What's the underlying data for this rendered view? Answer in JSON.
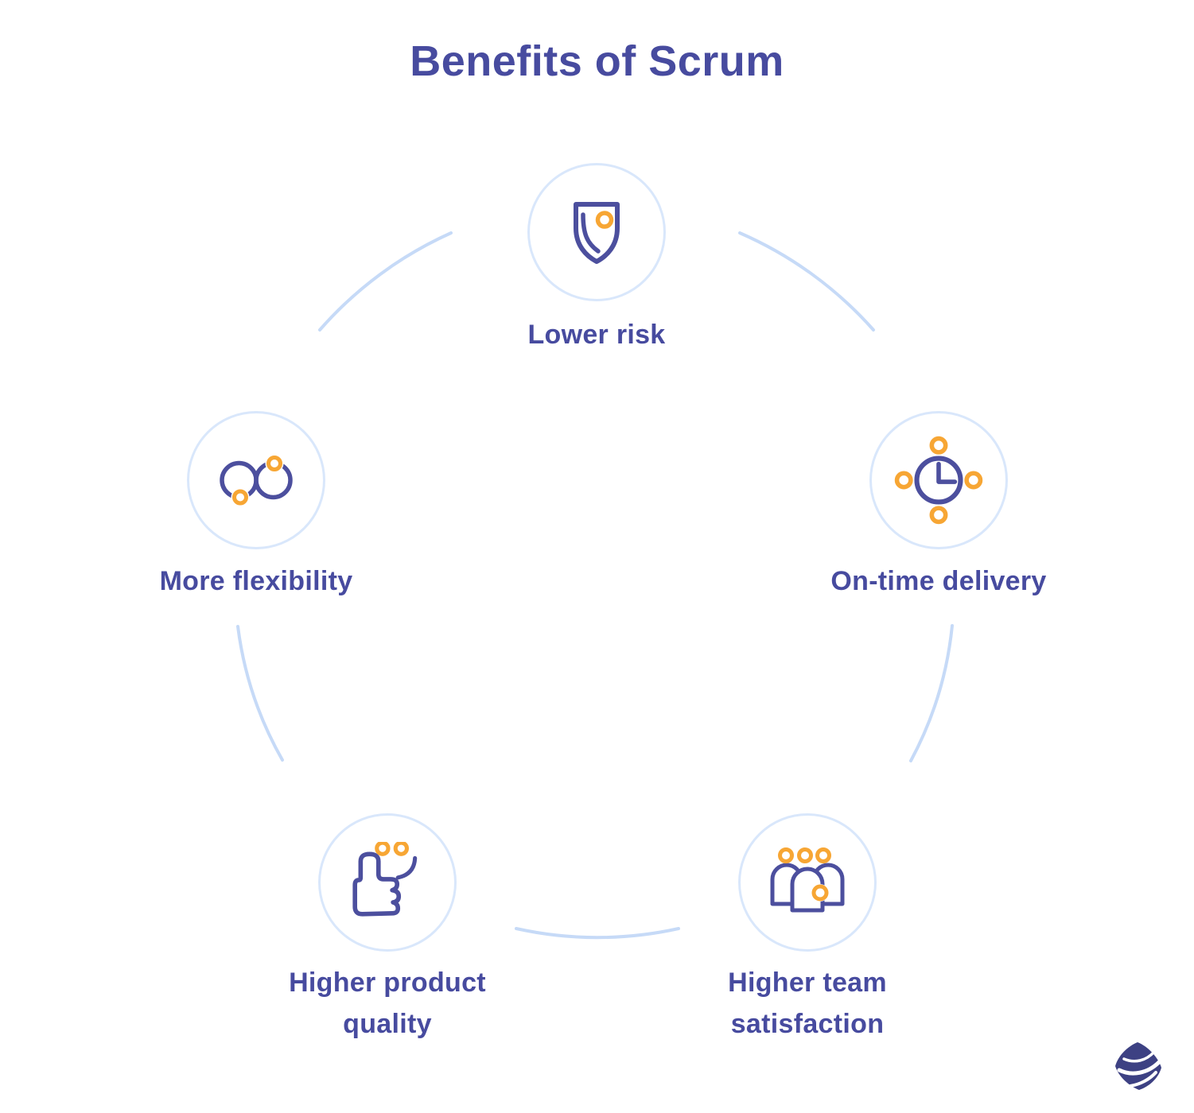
{
  "title": "Benefits of Scrum",
  "nodes": [
    {
      "label": "Lower risk",
      "icon": "shield-icon"
    },
    {
      "label": "On-time delivery",
      "icon": "clock-icon"
    },
    {
      "label": "More flexibility",
      "icon": "flexibility-icon"
    },
    {
      "label": "Higher product\nquality",
      "icon": "thumbs-up-icon"
    },
    {
      "label": "Higher team\nsatisfaction",
      "icon": "team-icon"
    }
  ],
  "colors": {
    "title_text": "#474b9f",
    "label_text": "#474b9f",
    "icon_stroke_purple": "#4c4f9e",
    "icon_accent_orange": "#f7a634",
    "connector_blue": "#c6daf7",
    "circle_border_blue": "#d9e7fb",
    "logo_navy": "#3d4183",
    "background": "#ffffff"
  }
}
